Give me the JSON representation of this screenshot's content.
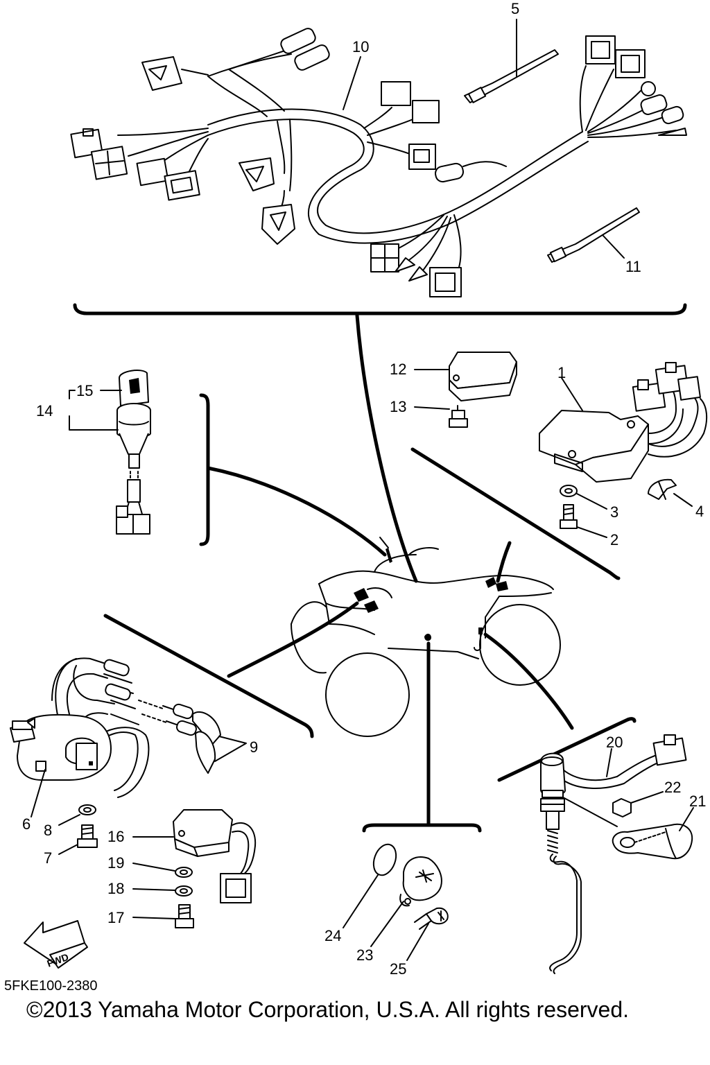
{
  "labels": {
    "p1": "1",
    "p2": "2",
    "p3": "3",
    "p4": "4",
    "p5": "5",
    "p6": "6",
    "p7": "7",
    "p8": "8",
    "p9": "9",
    "p10": "10",
    "p11": "11",
    "p12": "12",
    "p13": "13",
    "p14": "14",
    "p15": "15",
    "p16": "16",
    "p17": "17",
    "p18": "18",
    "p19": "19",
    "p20": "20",
    "p21": "21",
    "p22": "22",
    "p23": "23",
    "p24": "24",
    "p25": "25"
  },
  "fwd_label": "FWD",
  "figure_code": "5FKE100-2380",
  "copyright": "©2013 Yamaha Motor Corporation, U.S.A. All rights reserved."
}
